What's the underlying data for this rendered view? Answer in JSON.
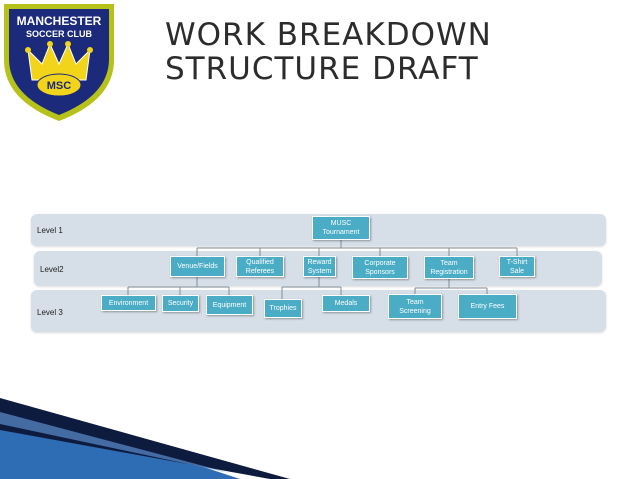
{
  "title": {
    "line1": "WORK BREAKDOWN",
    "line2": "STRUCTURE DRAFT"
  },
  "logo": {
    "text_top": "MANCHESTER",
    "text_mid": "SOCCER CLUB",
    "text_badge": "MSC",
    "colors": {
      "navy": "#1c2a7c",
      "gold": "#f2d51a",
      "lime": "#b6c21a"
    }
  },
  "levels": {
    "level1": "Level 1",
    "level2": "Level2",
    "level3": "Level 3"
  },
  "nodes": {
    "root": "MUSC Tournament",
    "venue": "Venue/Fields",
    "referees": "Qualified Referees",
    "reward": "Reward System",
    "sponsors": "Corporate Sponsors",
    "team_reg": "Team Registration",
    "tshirt": "T-Shirt Sale",
    "environment": "Environment",
    "security": "Security",
    "equipment": "Equipment",
    "trophies": "Trophies",
    "medals": "Medals",
    "screening": "Team Screening",
    "entry_fees": "Entry Fees"
  },
  "colors": {
    "node_fill": "#4bacc6",
    "band_fill": "#d6dfe8",
    "connector": "#7f8c99",
    "wedge_dark": "#0d1b3e",
    "wedge_blue": "#2e6db4"
  }
}
